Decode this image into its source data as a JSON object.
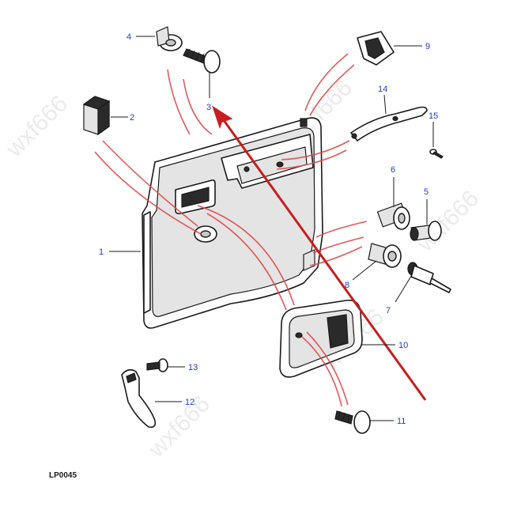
{
  "callouts": [
    {
      "id": "c1",
      "label": "1"
    },
    {
      "id": "c2",
      "label": "2"
    },
    {
      "id": "c3",
      "label": "3"
    },
    {
      "id": "c4",
      "label": "4"
    },
    {
      "id": "c5",
      "label": "5"
    },
    {
      "id": "c6",
      "label": "6"
    },
    {
      "id": "c7",
      "label": "7"
    },
    {
      "id": "c8",
      "label": "8"
    },
    {
      "id": "c9",
      "label": "9"
    },
    {
      "id": "c10",
      "label": "10"
    },
    {
      "id": "c11",
      "label": "11"
    },
    {
      "id": "c12",
      "label": "12"
    },
    {
      "id": "c13",
      "label": "13"
    },
    {
      "id": "c14",
      "label": "14"
    },
    {
      "id": "c15",
      "label": "15"
    }
  ],
  "reference_code": "LP0045",
  "watermark": "wxf666",
  "colors": {
    "callout": "#1f3fbf",
    "guide_lines": "#e04848",
    "arrow": "#c81e1e",
    "line_art": "#1a1a1a"
  }
}
